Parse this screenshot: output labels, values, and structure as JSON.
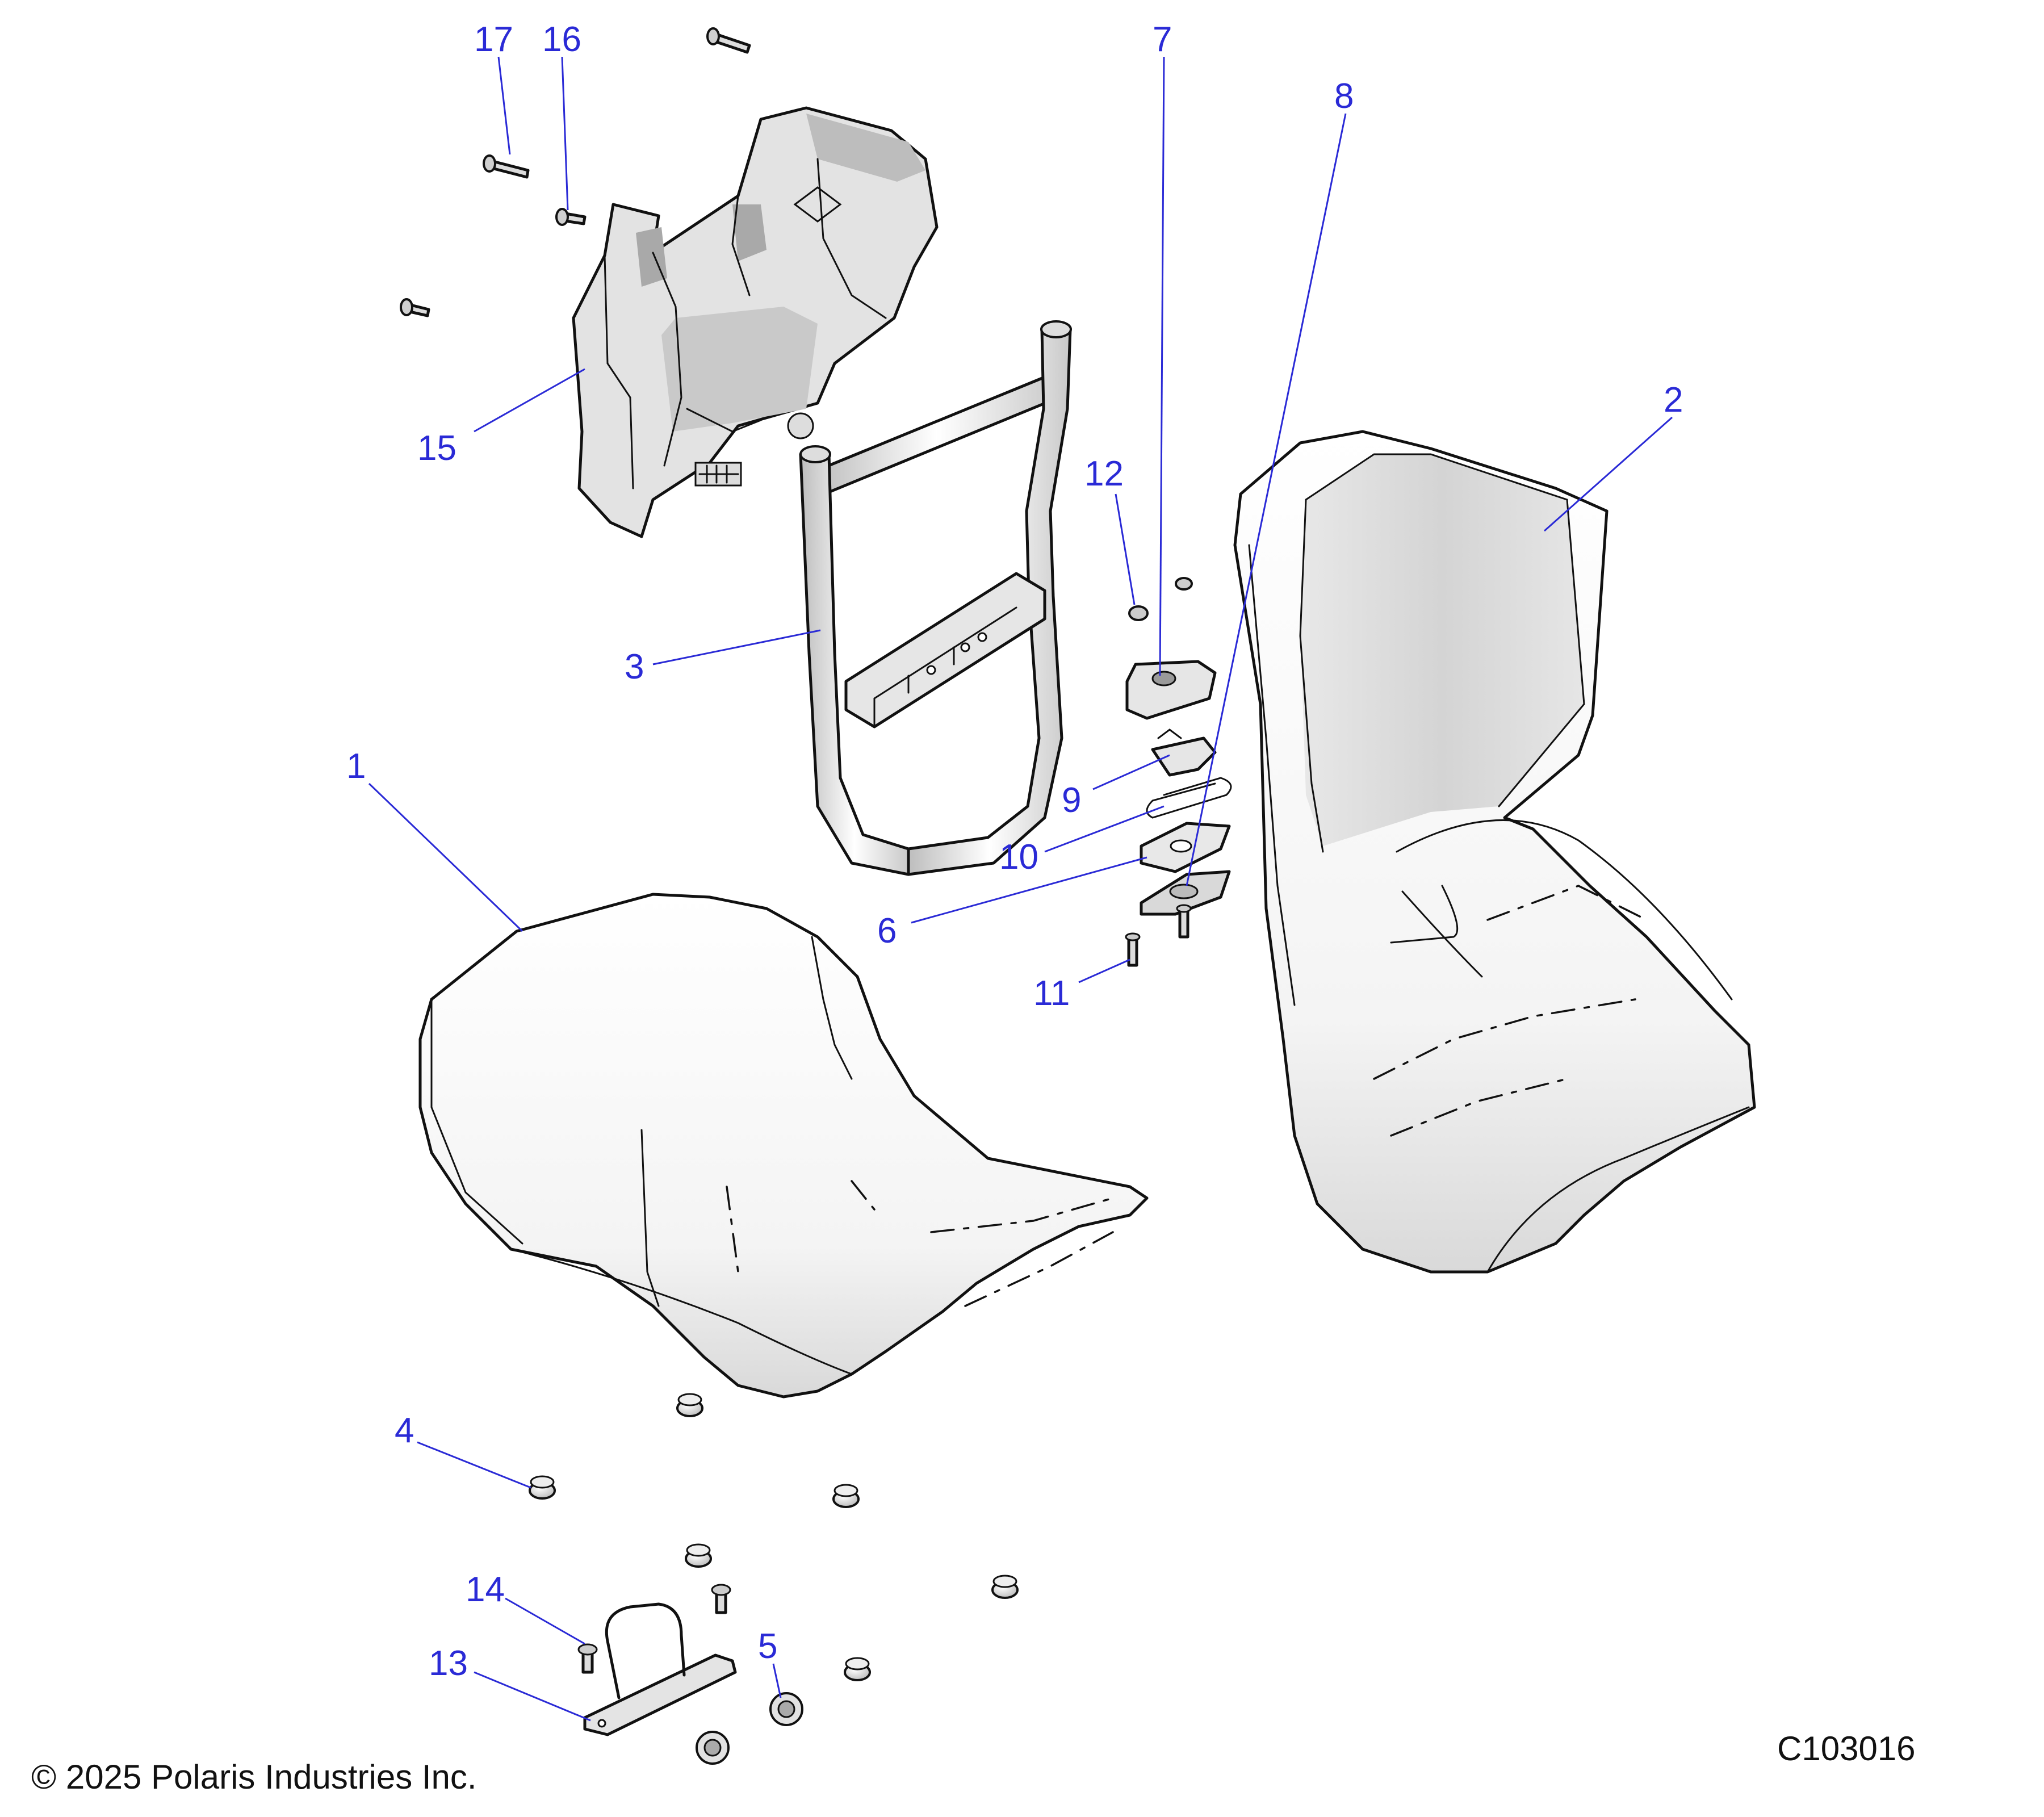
{
  "copyright": "© 2025 Polaris Industries Inc.",
  "drawing_id": "C103016",
  "callouts": [
    {
      "id": "c1",
      "label": "1",
      "part": "front-seat"
    },
    {
      "id": "c2",
      "label": "2",
      "part": "rear-seat"
    },
    {
      "id": "c3",
      "label": "3",
      "part": "seat-frame"
    },
    {
      "id": "c4",
      "label": "4",
      "part": "grommet"
    },
    {
      "id": "c5",
      "label": "5",
      "part": "nut"
    },
    {
      "id": "c6",
      "label": "6",
      "part": "base-plate"
    },
    {
      "id": "c7",
      "label": "7",
      "part": "latch-cover"
    },
    {
      "id": "c8",
      "label": "8",
      "part": "latch"
    },
    {
      "id": "c9",
      "label": "9",
      "part": "latch-plate"
    },
    {
      "id": "c10",
      "label": "10",
      "part": "spring-clip"
    },
    {
      "id": "c11",
      "label": "11",
      "part": "screw"
    },
    {
      "id": "c12",
      "label": "12",
      "part": "nut-small"
    },
    {
      "id": "c13",
      "label": "13",
      "part": "strike-bracket"
    },
    {
      "id": "c14",
      "label": "14",
      "part": "bolt"
    },
    {
      "id": "c15",
      "label": "15",
      "part": "backrest-shell"
    },
    {
      "id": "c16",
      "label": "16",
      "part": "screw-short"
    },
    {
      "id": "c17",
      "label": "17",
      "part": "screw-long"
    }
  ]
}
